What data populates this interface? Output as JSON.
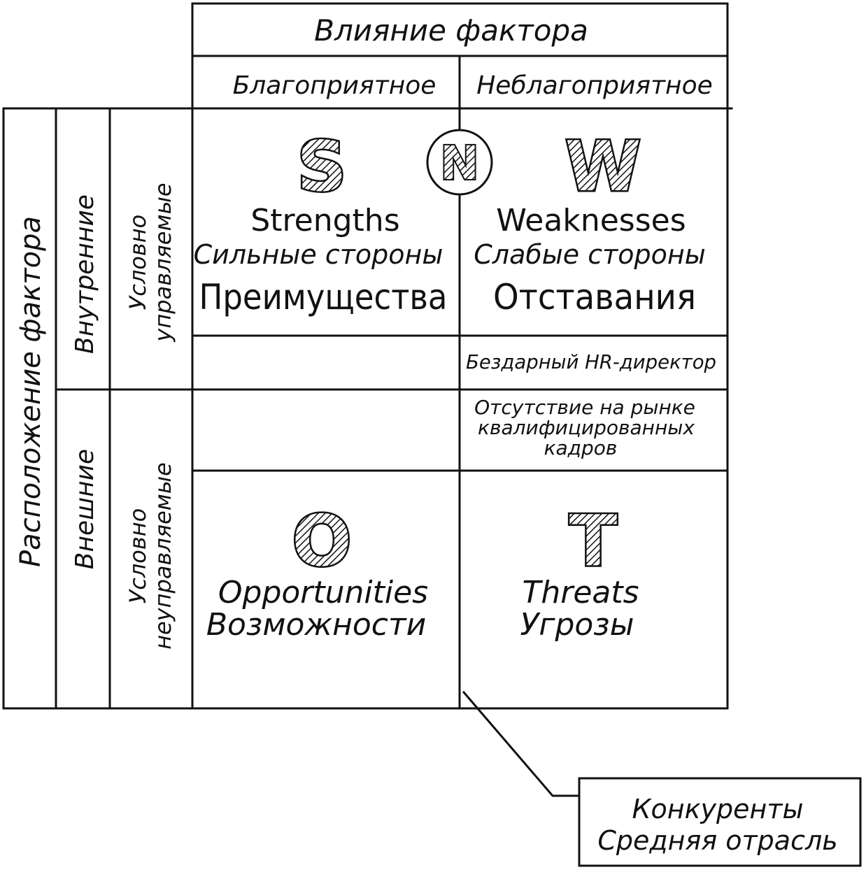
{
  "header": {
    "title": "Влияние фактора",
    "favorable": "Благоприятное",
    "unfavorable": "Неблагоприятное"
  },
  "side": {
    "location": "Расположение фактора",
    "internal": "Внутренние",
    "external": "Внешние",
    "controlled_line1": "Условно",
    "controlled_line2": "управляемые",
    "uncontrolled_line1": "Условно",
    "uncontrolled_line2": "неуправляемые"
  },
  "quadrants": {
    "s": {
      "letter": "S",
      "en": "Strengths",
      "ru": "Сильные стороны",
      "alt": "Преимущества"
    },
    "n": {
      "letter": "N"
    },
    "w": {
      "letter": "W",
      "en": "Weaknesses",
      "ru": "Слабые стороны",
      "alt": "Отставания"
    },
    "o": {
      "letter": "O",
      "en": "Opportunities",
      "ru": "Возможности"
    },
    "t": {
      "letter": "T",
      "en": "Threats",
      "ru": "Угрозы"
    }
  },
  "examples": {
    "internal_weakness": "Бездарный HR-директор",
    "external_threat_line1": "Отсутствие на рынке",
    "external_threat_line2": "квалифицированных",
    "external_threat_line3": "кадров"
  },
  "callout": {
    "line1": "Конкуренты",
    "line2": "Средняя отрасль"
  },
  "colors": {
    "ink": "#111111",
    "paper": "#ffffff"
  }
}
